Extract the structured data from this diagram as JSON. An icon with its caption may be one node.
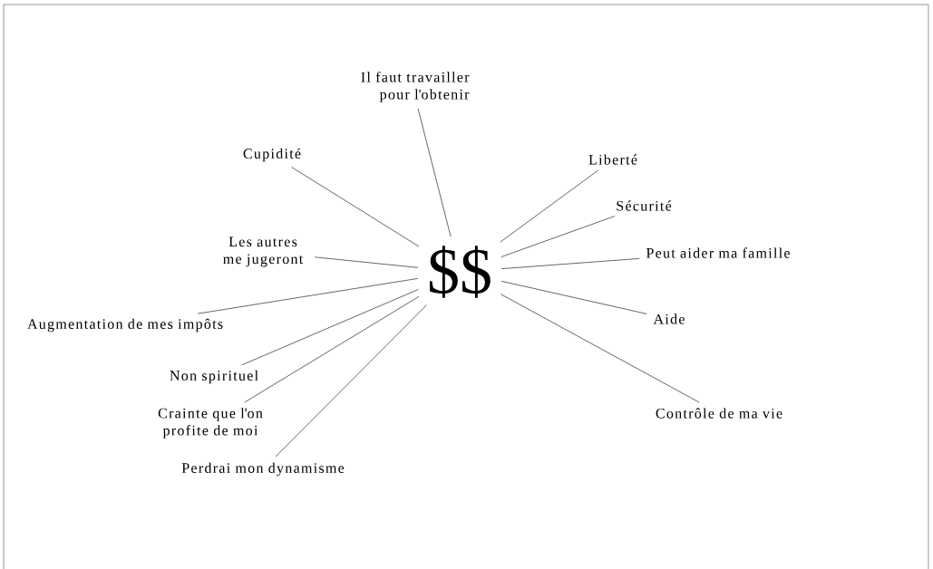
{
  "diagram": {
    "nodes": [
      {
        "text": [
          "$$"
        ]
      },
      {
        "text": [
          "Il faut travailler pour l'obtenir"
        ]
      },
      {
        "text": [
          "Cupidité"
        ]
      },
      {
        "text": [
          "Les autres me jugeront"
        ]
      },
      {
        "text": [
          "Augmentation de mes impôts"
        ]
      },
      {
        "text": [
          "Non spirituel"
        ]
      },
      {
        "text": [
          "Crainte que l'on profite de moi"
        ]
      },
      {
        "text": [
          "Perdrai mon dynamisme"
        ]
      },
      {
        "text": [
          "Liberté"
        ]
      },
      {
        "text": [
          "Sécurité"
        ]
      },
      {
        "text": [
          "Peut aider ma famille"
        ]
      },
      {
        "text": [
          "Aide"
        ]
      },
      {
        "text": [
          "Contrôle de ma vie"
        ]
      }
    ],
    "edges": [
      {
        "from": 1,
        "to": 0,
        "arrow": "none"
      },
      {
        "from": 2,
        "to": 0,
        "arrow": "none"
      },
      {
        "from": 3,
        "to": 0,
        "arrow": "none"
      },
      {
        "from": 4,
        "to": 0,
        "arrow": "none"
      },
      {
        "from": 5,
        "to": 0,
        "arrow": "none"
      },
      {
        "from": 6,
        "to": 0,
        "arrow": "none"
      },
      {
        "from": 7,
        "to": 0,
        "arrow": "none"
      },
      {
        "from": 8,
        "to": 0,
        "arrow": "none"
      },
      {
        "from": 9,
        "to": 0,
        "arrow": "none"
      },
      {
        "from": 10,
        "to": 0,
        "arrow": "none"
      },
      {
        "from": 11,
        "to": 0,
        "arrow": "none"
      },
      {
        "from": 12,
        "to": 0,
        "arrow": "none"
      }
    ]
  }
}
